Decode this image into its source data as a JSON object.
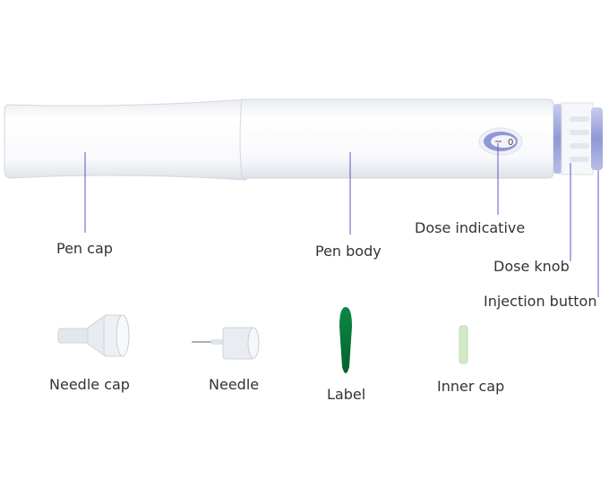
{
  "colors": {
    "leader": "#6b4fc8",
    "pen": "#f7f8fa",
    "accent_blue": "#9aa3d8",
    "label_green": "#0b7a3b",
    "inner_cap": "#cfe6c6"
  },
  "dose_value": "0",
  "labels": {
    "pen_cap": "Pen cap",
    "pen_body": "Pen body",
    "dose_indicative": "Dose indicative",
    "dose_knob": "Dose knob",
    "injection_button": "Injection button",
    "needle_cap": "Needle cap",
    "needle": "Needle",
    "label": "Label",
    "inner_cap": "Inner cap"
  }
}
